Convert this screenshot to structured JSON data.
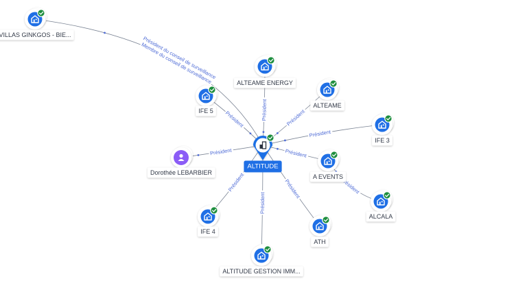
{
  "colors": {
    "node_blue": "#1f6fe5",
    "check_green": "#1e8e3e",
    "person_purple": "#8b5cf6",
    "edge": "#7b8494",
    "edge_label": "#4f6cd6",
    "center_badge": "#1f6fe5"
  },
  "center": {
    "id": "altitude",
    "label": "ALTITUDE",
    "icon": "company-pin-icon",
    "verified": true
  },
  "nodes": [
    {
      "id": "villas",
      "label": "VILLAS GINKGOS - BIE...",
      "icon": "building-icon",
      "verified": true
    },
    {
      "id": "alteame_energy",
      "label": "ALTEAME ENERGY",
      "icon": "building-icon",
      "verified": true
    },
    {
      "id": "alteame",
      "label": "ALTEAME",
      "icon": "building-icon",
      "verified": true
    },
    {
      "id": "ife5",
      "label": "IFE 5",
      "icon": "building-icon",
      "verified": true
    },
    {
      "id": "ife3",
      "label": "IFE 3",
      "icon": "building-icon",
      "verified": true
    },
    {
      "id": "dorothee",
      "label": "Dorothée LEBARBIER",
      "icon": "person-icon",
      "verified": false
    },
    {
      "id": "a_events",
      "label": "A EVENTS",
      "icon": "building-icon",
      "verified": true
    },
    {
      "id": "alcala",
      "label": "ALCALA",
      "icon": "building-icon",
      "verified": true
    },
    {
      "id": "ife4",
      "label": "IFE 4",
      "icon": "building-icon",
      "verified": true
    },
    {
      "id": "ath",
      "label": "ATH",
      "icon": "building-icon",
      "verified": true
    },
    {
      "id": "altitude_gestion",
      "label": "ALTITUDE GESTION IMM...",
      "icon": "building-icon",
      "verified": true
    }
  ],
  "edges": [
    {
      "from": "villas",
      "to": "altitude",
      "labels": [
        "Président du conseil de surveillance",
        "Membre du conseil de surveillance"
      ]
    },
    {
      "from": "altitude",
      "to": "alteame_energy",
      "labels": [
        "Président"
      ]
    },
    {
      "from": "altitude",
      "to": "alteame",
      "labels": [
        "Président"
      ]
    },
    {
      "from": "altitude",
      "to": "ife5",
      "labels": [
        "Président"
      ]
    },
    {
      "from": "altitude",
      "to": "ife3",
      "labels": [
        "Président"
      ]
    },
    {
      "from": "dorothee",
      "to": "altitude",
      "labels": [
        "Président"
      ]
    },
    {
      "from": "altitude",
      "to": "a_events",
      "labels": [
        "Président"
      ]
    },
    {
      "from": "a_events",
      "to": "alcala",
      "labels": [
        "Président"
      ]
    },
    {
      "from": "altitude",
      "to": "ife4",
      "labels": [
        "Président"
      ]
    },
    {
      "from": "altitude",
      "to": "ath",
      "labels": [
        "Président"
      ]
    },
    {
      "from": "altitude",
      "to": "altitude_gestion",
      "labels": [
        "Président"
      ]
    }
  ]
}
